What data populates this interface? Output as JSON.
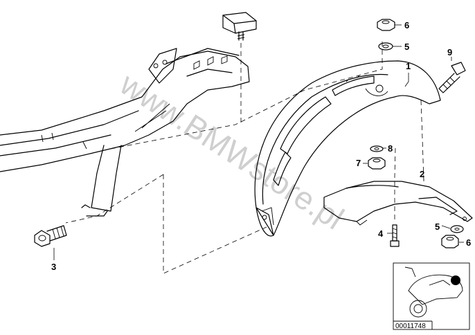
{
  "watermark": "www.BMWstore.pl",
  "diagram_code": "00011748",
  "callouts": [
    {
      "id": "1",
      "label": "1"
    },
    {
      "id": "2",
      "label": "2"
    },
    {
      "id": "3",
      "label": "3"
    },
    {
      "id": "4",
      "label": "4"
    },
    {
      "id": "5a",
      "label": "5"
    },
    {
      "id": "5b",
      "label": "5"
    },
    {
      "id": "6a",
      "label": "6"
    },
    {
      "id": "6b",
      "label": "6"
    },
    {
      "id": "7",
      "label": "7"
    },
    {
      "id": "8",
      "label": "8"
    },
    {
      "id": "9",
      "label": "9"
    }
  ]
}
